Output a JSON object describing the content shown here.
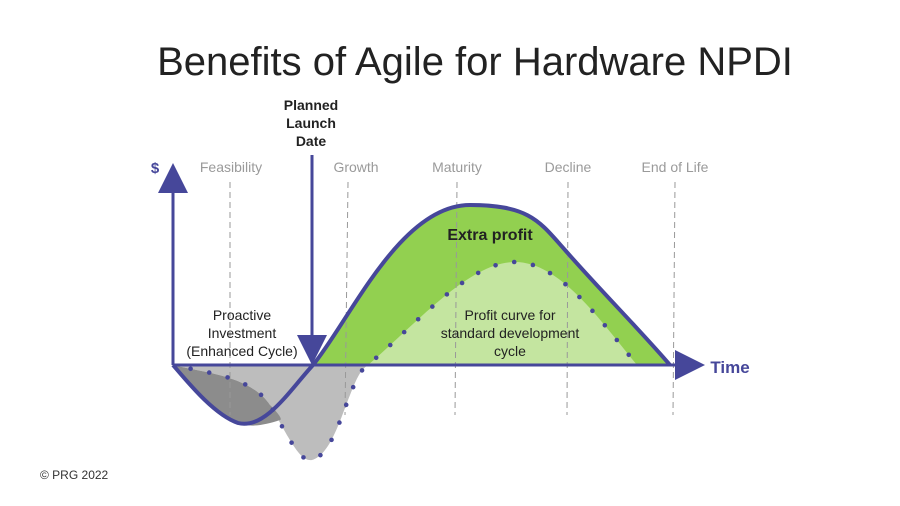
{
  "title": "Benefits of Agile for Hardware NPDI",
  "copyright": "© PRG 2022",
  "axes": {
    "y_label": "$",
    "x_label": "Time"
  },
  "launch": {
    "lines": [
      "Planned",
      "Launch",
      "Date"
    ]
  },
  "phases": [
    "Feasibility",
    "Growth",
    "Maturity",
    "Decline",
    "End of Life"
  ],
  "labels": {
    "extra_profit": "Extra profit",
    "proactive": [
      "Proactive",
      "Investment",
      "(Enhanced Cycle)"
    ],
    "standard": [
      "Profit curve for",
      "standard development",
      "cycle"
    ]
  },
  "colors": {
    "line": "#46479a",
    "extra_profit": "#92d050",
    "standard_profit": "#c4e5a0",
    "standard_loss": "#bdbdbd",
    "enhanced_loss": "#8c8c8c"
  }
}
